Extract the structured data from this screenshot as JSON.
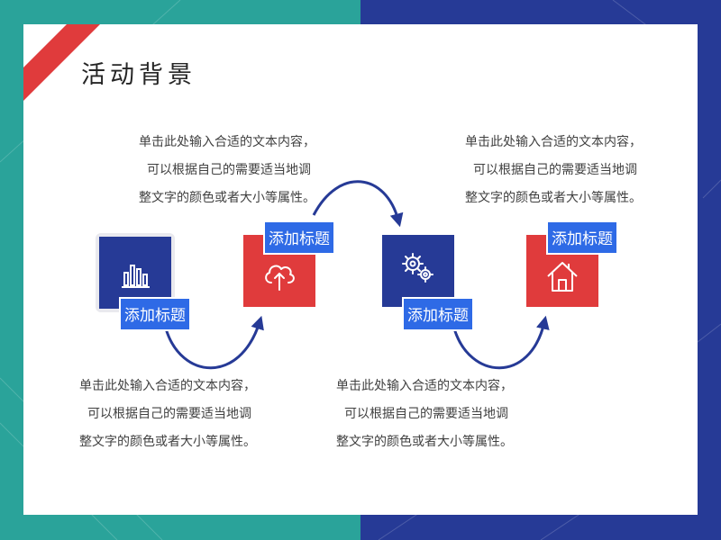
{
  "slide": {
    "title": "活动背景",
    "colors": {
      "teal": "#2aa39a",
      "navy": "#263a96",
      "red": "#e03b3c",
      "label_blue": "#2e6ae6"
    },
    "steps": [
      {
        "label": "添加标题",
        "icon": "bar-chart-icon",
        "lines": [
          "单击此处输入合适的文本内容，",
          "可以根据自己的需要适当地调",
          "整文字的颜色或者大小等属性。"
        ]
      },
      {
        "label": "添加标题",
        "icon": "cloud-upload-icon",
        "lines": [
          "单击此处输入合适的文本内容，",
          "可以根据自己的需要适当地调",
          "整文字的颜色或者大小等属性。"
        ]
      },
      {
        "label": "添加标题",
        "icon": "gears-icon",
        "lines": [
          "单击此处输入合适的文本内容，",
          "可以根据自己的需要适当地调",
          "整文字的颜色或者大小等属性。"
        ]
      },
      {
        "label": "添加标题",
        "icon": "home-icon",
        "lines": [
          "单击此处输入合适的文本内容，",
          "可以根据自己的需要适当地调",
          "整文字的颜色或者大小等属性。"
        ]
      }
    ]
  }
}
